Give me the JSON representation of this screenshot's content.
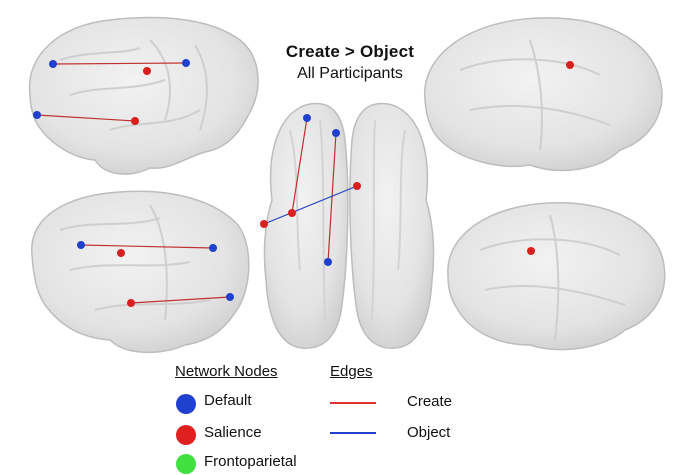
{
  "title": "Create > Object",
  "subtitle": "All Participants",
  "legend": {
    "nodes_heading": "Network Nodes",
    "edges_heading": "Edges",
    "nodes": [
      {
        "label": "Default",
        "color": "#2040d0"
      },
      {
        "label": "Salience",
        "color": "#e02020"
      },
      {
        "label": "Frontoparietal",
        "color": "#40e040"
      }
    ],
    "edges": [
      {
        "label": "Create",
        "color": "#e03030"
      },
      {
        "label": "Object",
        "color": "#2040d0"
      }
    ]
  },
  "colors": {
    "brain_fill": "#e6e6e6",
    "brain_stroke": "#bdbdbd",
    "node_default": "#2040d0",
    "node_salience": "#d82020",
    "edge_create": "#c03030",
    "edge_object": "#2040c0"
  },
  "views": [
    {
      "name": "left-lateral-view"
    },
    {
      "name": "right-lateral-view"
    },
    {
      "name": "left-medial-view"
    },
    {
      "name": "right-medial-view"
    },
    {
      "name": "axial-view"
    }
  ]
}
